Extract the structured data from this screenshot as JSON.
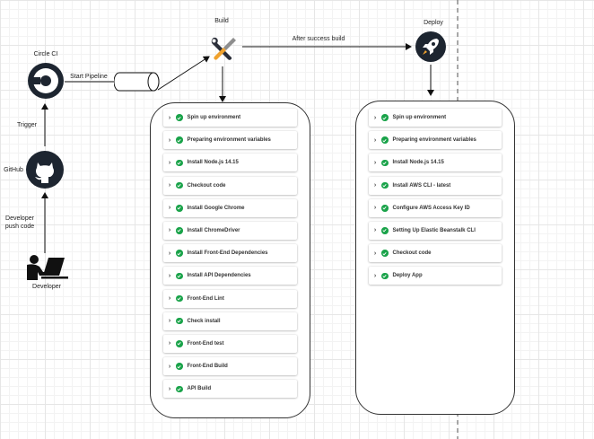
{
  "labels": {
    "build": "Build",
    "deploy": "Deploy",
    "circleci": "Circle CI",
    "start_pipeline": "Start Pipeline",
    "after_success": "After success build",
    "trigger": "Trigger",
    "github": "GitHub",
    "developer_push_line1": "Developer",
    "developer_push_line2": "push code",
    "developer": "Developer"
  },
  "build_steps": [
    "Spin up environment",
    "Preparing environment variables",
    "Install Node.js 14.15",
    "Checkout code",
    "Install Google Chrome",
    "Install ChromeDriver",
    "Install Front-End Dependencies",
    "Install API Dependencies",
    "Front-End Lint",
    "Check install",
    "Front-End test",
    "Front-End Build",
    "API Build"
  ],
  "deploy_steps": [
    "Spin up environment",
    "Preparing environment variables",
    "Install Node.js 14.15",
    "Install AWS CLI - latest",
    "Configure AWS Access Key ID",
    "Setting Up Elastic Beanstalk CLI",
    "Checkout code",
    "Deploy App"
  ],
  "icons": {
    "circleci": "circleci-icon",
    "github": "github-icon",
    "developer": "developer-laptop-icon",
    "build": "wrench-screwdriver-icon",
    "deploy": "rocket-icon",
    "pipeline": "pipeline-cylinder-icon",
    "step_status": "success-check-icon",
    "step_expand": "chevron-right-icon"
  },
  "colors": {
    "success": "#1aa34a",
    "icon_dark": "#1d2530"
  }
}
